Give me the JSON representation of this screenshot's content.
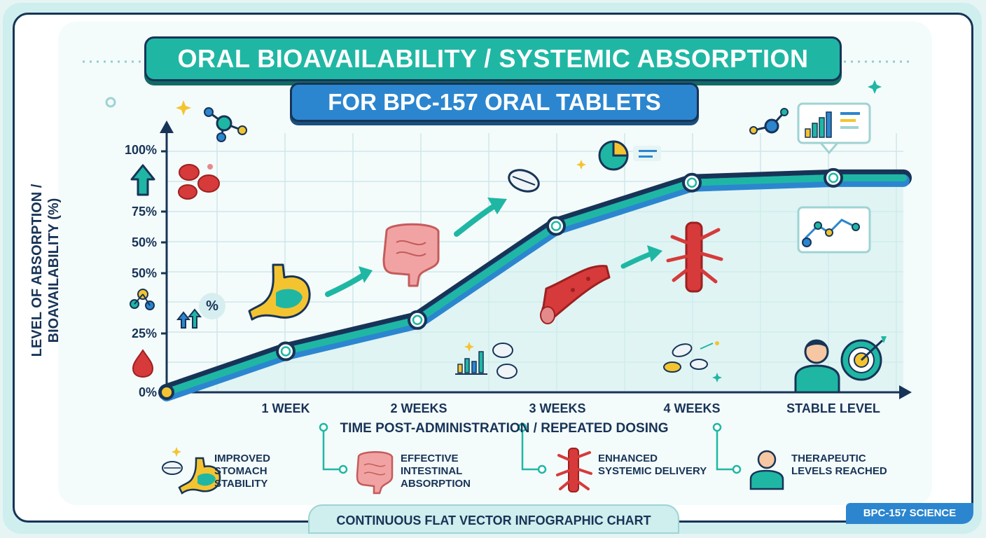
{
  "chart_data": {
    "type": "line",
    "title": "ORAL BIOAVAILABILITY / SYSTEMIC ABSORPTION",
    "subtitle": "FOR BPC-157 ORAL TABLETS",
    "xlabel": "TIME POST-ADMINISTRATION / REPEATED DOSING",
    "ylabel_line1": "LEVEL OF ABSORPTION /",
    "ylabel_line2": "BIOAVAILABILITY (%)",
    "y_tick_labels": [
      "0%",
      "25%",
      "50%",
      "50%",
      "75%",
      "100%"
    ],
    "categories": [
      "",
      "1 WEEK",
      "2 WEEKS",
      "3 WEEKS",
      "4 WEEKS",
      "STABLE LEVEL"
    ],
    "values": [
      0,
      17,
      30,
      69,
      87,
      89
    ],
    "ylim": [
      0,
      100
    ],
    "grid": true
  },
  "legend": [
    {
      "line1": "IMPROVED",
      "line2": "STOMACH",
      "line3": "STABILITY",
      "icon": "stomach-icon"
    },
    {
      "line1": "EFFECTIVE",
      "line2": "INTESTINAL",
      "line3": "ABSORPTION",
      "icon": "intestine-icon"
    },
    {
      "line1": "ENHANCED",
      "line2": "SYSTEMIC DELIVERY",
      "line3": "",
      "icon": "blood-vessel-icon"
    },
    {
      "line1": "THERAPEUTIC",
      "line2": "LEVELS REACHED",
      "line3": "",
      "icon": "person-icon"
    }
  ],
  "badge_text": "%",
  "footer": "CONTINUOUS FLAT VECTOR INFOGRAPHIC CHART",
  "brand": "BPC-157 SCIENCE",
  "colors": {
    "navy": "#173457",
    "teal": "#1fb7a4",
    "blue": "#2b86cf",
    "gold": "#f4c430",
    "red": "#d63a3a"
  }
}
